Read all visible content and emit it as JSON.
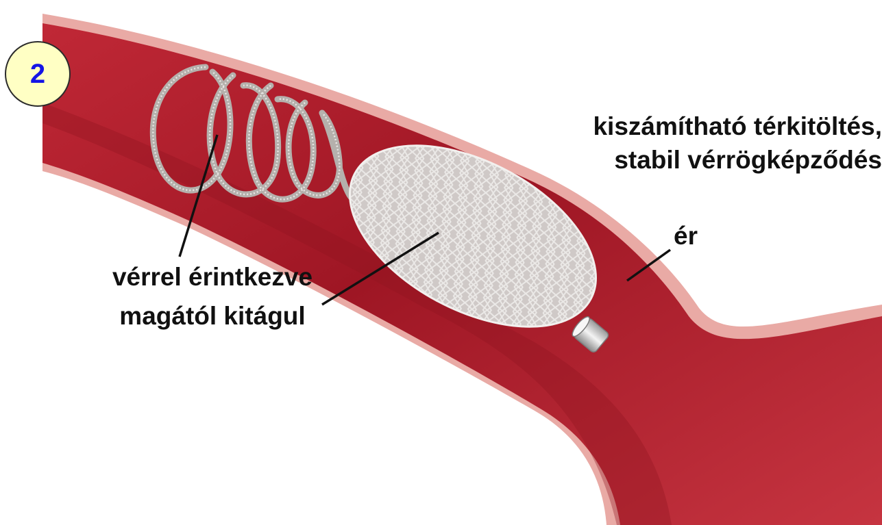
{
  "step": {
    "number": "2"
  },
  "labels": {
    "fill_line1": "kiszámítható térkitöltés,",
    "fill_line2": "stabil vérrögképződés",
    "expand_line1": "vérrel érintkezve",
    "expand_line2": "magától kitágul",
    "vessel": "ér"
  },
  "colors": {
    "badge_fill": "#ffffc4",
    "badge_text": "#1414e6",
    "vessel_wall": "#e8a8a4",
    "vessel_lumen": "#b4212e",
    "mesh": "#e6e4e2",
    "coil": "#b9b4b0",
    "label_text": "#111111"
  }
}
